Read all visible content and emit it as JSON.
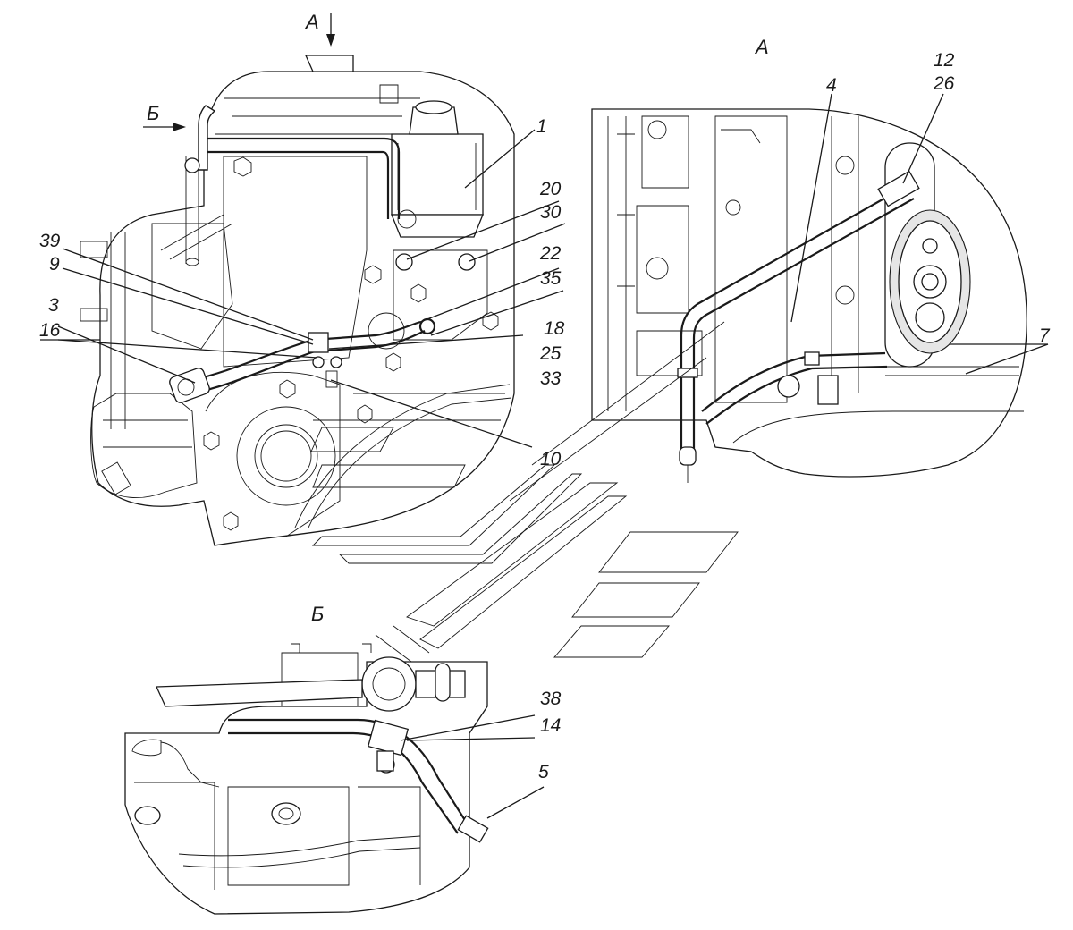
{
  "view_labels": {
    "view_a_arrow": "А",
    "view_b_arrow": "Б",
    "view_a_title": "А",
    "view_b_title": "Б"
  },
  "callouts": {
    "c1": "1",
    "c20": "20",
    "c30": "30",
    "c22": "22",
    "c35": "35",
    "c39": "39",
    "c9": "9",
    "c3": "3",
    "c16": "16",
    "c18": "18",
    "c25": "25",
    "c33": "33",
    "c10": "10",
    "c4": "4",
    "c12": "12",
    "c26": "26",
    "c7": "7",
    "c38": "38",
    "c14": "14",
    "c5": "5"
  }
}
